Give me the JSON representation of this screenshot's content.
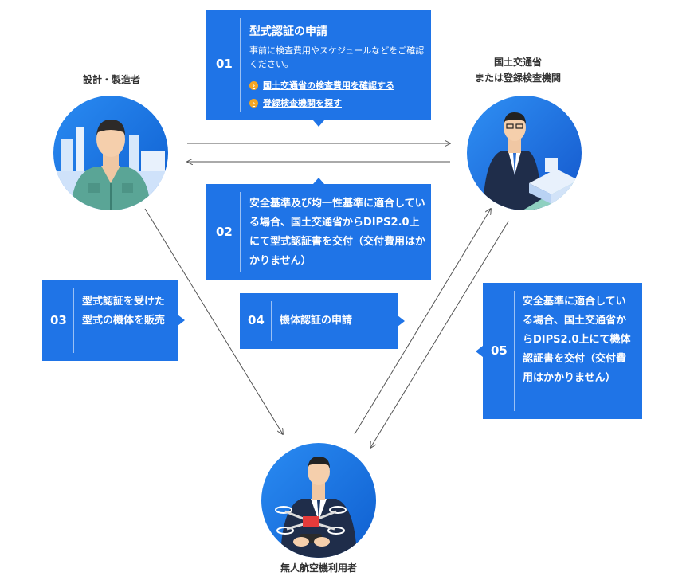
{
  "actors": {
    "designer": "設計・製造者",
    "authority_line1": "国土交通省",
    "authority_line2": "または登録検査機関",
    "user": "無人航空機利用者"
  },
  "step01": {
    "num": "01",
    "title": "型式認証の申請",
    "desc": "事前に検査費用やスケジュールなどをご確認ください。",
    "link1": "国土交通省の検査費用を確認する",
    "link2": "登録検査機関を探す"
  },
  "step02": {
    "num": "02",
    "text": "安全基準及び均一性基準に適合している場合、国土交通省からDIPS2.0上にて型式認証書を交付（交付費用はかかりません）"
  },
  "step03": {
    "num": "03",
    "text": "型式認証を受けた型式の機体を販売"
  },
  "step04": {
    "num": "04",
    "text": "機体認証の申請"
  },
  "step05": {
    "num": "05",
    "text": "安全基準に適合している場合、国土交通省からDIPS2.0上にて機体認証書を交付（交付費用はかかりません）"
  },
  "colors": {
    "box_blue": "#1f74e7",
    "link_bullet": "#f5a623"
  }
}
